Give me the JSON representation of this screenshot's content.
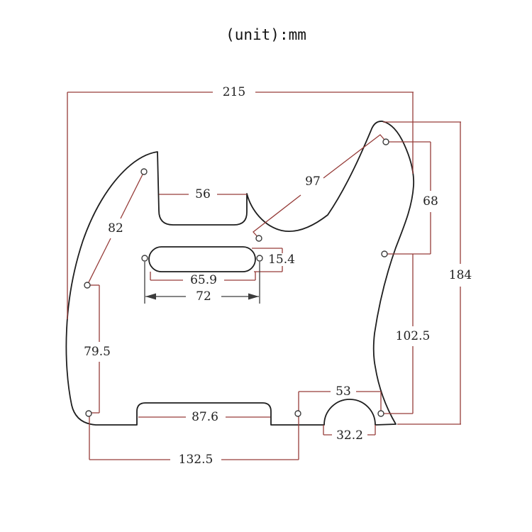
{
  "title": "(unit):mm",
  "colors": {
    "outline": "#1e1e1e",
    "dimension": "#963c39",
    "secondary": "#3c3c3c",
    "text": "#222222",
    "background": "#ffffff"
  },
  "dimensions": {
    "overall_width": "215",
    "overall_height": "184",
    "neck_pickup_width": "56",
    "neck_hole_diagonal": "82",
    "horn_hole_diagonal": "97",
    "upper_right_holes_spacing": "68",
    "middle_slot_length": "65.9",
    "middle_slot_height": "15.4",
    "slot_screw_spacing": "72",
    "right_holes_spacing": "102.5",
    "left_holes_spacing": "79.5",
    "bridge_cutout_width": "87.6",
    "lower_right_holes_spacing": "53",
    "semicircle_cutout_width": "32.2",
    "lower_left_holes_spacing": "132.5"
  }
}
